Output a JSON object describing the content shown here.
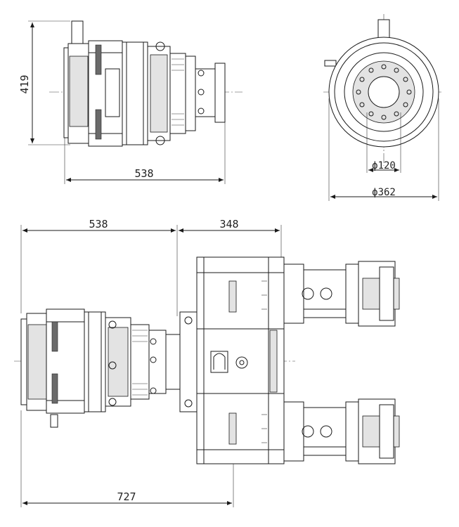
{
  "drawing": {
    "top_side_view": {
      "height_dim": "419",
      "length_dim": "538"
    },
    "top_end_view": {
      "inner_dia_dim": "ϕ120",
      "outer_dia_dim": "ϕ362"
    },
    "bottom_assembly_view": {
      "motor_length_dim": "538",
      "gearbox_length_dim": "348",
      "overall_length_dim": "727"
    },
    "colors": {
      "line": "#1a1a1a",
      "shade": "#e3e3e3"
    }
  }
}
